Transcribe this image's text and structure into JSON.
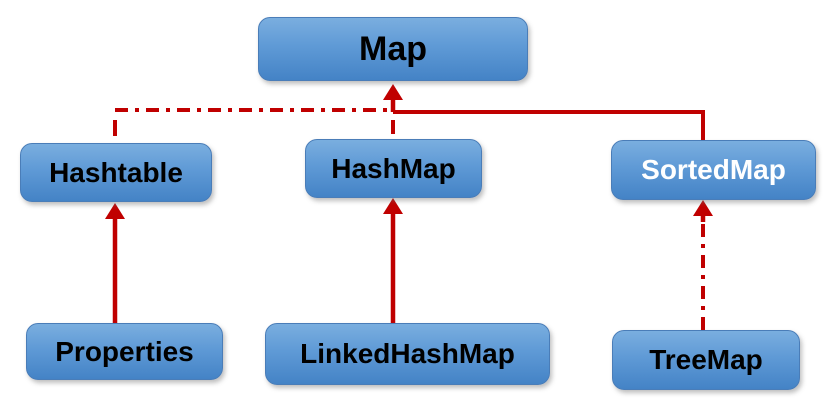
{
  "diagram": {
    "nodes": {
      "map": {
        "label": "Map"
      },
      "hashtable": {
        "label": "Hashtable"
      },
      "hashmap": {
        "label": "HashMap"
      },
      "sortedmap": {
        "label": "SortedMap"
      },
      "properties": {
        "label": "Properties"
      },
      "linkedhashmap": {
        "label": "LinkedHashMap"
      },
      "treemap": {
        "label": "TreeMap"
      }
    },
    "edges": [
      {
        "from": "HashMap",
        "to": "Map",
        "style": "solid-arrow"
      },
      {
        "from": "Hashtable",
        "to": "Map",
        "style": "dash-dot"
      },
      {
        "from": "SortedMap",
        "to": "Map",
        "style": "solid"
      },
      {
        "from": "Properties",
        "to": "Hashtable",
        "style": "solid-arrow"
      },
      {
        "from": "LinkedHashMap",
        "to": "HashMap",
        "style": "solid-arrow"
      },
      {
        "from": "TreeMap",
        "to": "SortedMap",
        "style": "dash-dot-arrow"
      }
    ],
    "colors": {
      "box_gradient_top": "#7aaedf",
      "box_gradient_bottom": "#4483c6",
      "arrow_red": "#c00000",
      "label_dark": "#000000",
      "label_light": "#ffffff",
      "background": "#ffffff"
    }
  }
}
